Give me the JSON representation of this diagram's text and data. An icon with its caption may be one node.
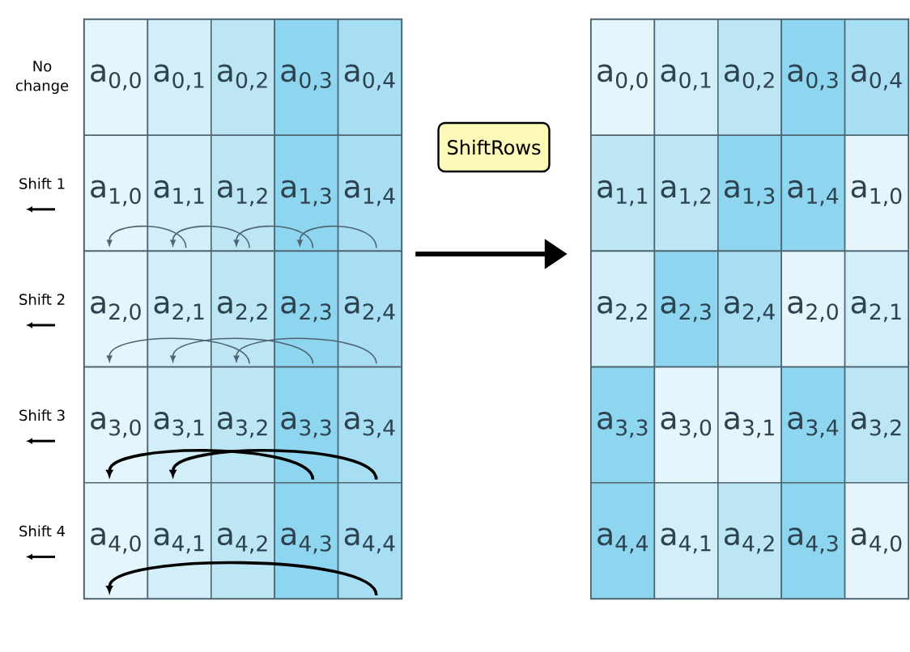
{
  "diagram": {
    "nodes": [
      {
        "text": [],
        "shape": "box"
      },
      {
        "text": [
          "a$_{0,0}$"
        ],
        "in": 0
      },
      {
        "text": [
          "a$_{0,1}$"
        ],
        "in": 0
      },
      {
        "text": [
          "a$_{0,2}$"
        ],
        "in": 0
      },
      {
        "text": [
          "a$_{0,3}$"
        ],
        "in": 0
      },
      {
        "text": [
          "a$_{0,4}$"
        ],
        "in": 0
      },
      {
        "text": [
          "a$_{1,0}$"
        ],
        "in": 0
      },
      {
        "text": [
          "a$_{1,1}$"
        ],
        "in": 0
      },
      {
        "text": [
          "a$_{1,2}$"
        ],
        "in": 0
      },
      {
        "text": [
          "a$_{1,3}$"
        ],
        "in": 0
      },
      {
        "text": [
          "a$_{1,4}$"
        ],
        "in": 0
      },
      {
        "text": [
          "a$_{2,0}$"
        ],
        "in": 0
      },
      {
        "text": [
          "a$_{2,1}$"
        ],
        "in": 0
      },
      {
        "text": [
          "a$_{2,2}$"
        ],
        "in": 0
      },
      {
        "text": [
          "a$_{2,3}$"
        ],
        "in": 0
      },
      {
        "text": [
          "a$_{2,4}$"
        ],
        "in": 0
      },
      {
        "text": [
          "a$_{3,0}$"
        ],
        "in": 0
      },
      {
        "text": [
          "a$_{3,1}$"
        ],
        "in": 0
      },
      {
        "text": [
          "a$_{3,2}$"
        ],
        "in": 0
      },
      {
        "text": [
          "a$_{3,3}$"
        ],
        "in": 0
      },
      {
        "text": [
          "a$_{3,4}$"
        ],
        "in": 0
      },
      {
        "text": [
          "a$_{4,0}$"
        ],
        "in": 0
      },
      {
        "text": [
          "a$_{4,1}$"
        ],
        "in": 0
      },
      {
        "text": [
          "a$_{4,2}$"
        ],
        "in": 0
      },
      {
        "text": [
          "a$_{4,3}$"
        ],
        "in": 0
      },
      {
        "text": [
          "a$_{4,4}$"
        ],
        "in": 0
      },
      {
        "text": [
          "ShiftRows"
        ]
      },
      {
        "text": [],
        "shape": "box"
      },
      {
        "text": [
          "a$_{0,0}$"
        ],
        "in": 27
      },
      {
        "text": [
          "a$_{0,1}$"
        ],
        "in": 27
      },
      {
        "text": [
          "a$_{0,2}$"
        ],
        "in": 27
      },
      {
        "text": [
          "a$_{0,3}$"
        ],
        "in": 27
      },
      {
        "text": [
          "a$_{0,4}$"
        ],
        "in": 27
      },
      {
        "text": [
          "a$_{1,1}$"
        ],
        "in": 27
      },
      {
        "text": [
          "a$_{1,2}$"
        ],
        "in": 27
      },
      {
        "text": [
          "a$_{1,3}$"
        ],
        "in": 27
      },
      {
        "text": [
          "a$_{1,4}$"
        ],
        "in": 27
      },
      {
        "text": [
          "a$_{1,0}$"
        ],
        "in": 27
      },
      {
        "text": [
          "a$_{2,2}$"
        ],
        "in": 27
      },
      {
        "text": [
          "a$_{2,3}$"
        ],
        "in": 27
      },
      {
        "text": [
          "a$_{2,4}$"
        ],
        "in": 27
      },
      {
        "text": [
          "a$_{2,0}$"
        ],
        "in": 27
      },
      {
        "text": [
          "a$_{2,1}$"
        ],
        "in": 27
      },
      {
        "text": [
          "a$_{3,3}$"
        ],
        "in": 27
      },
      {
        "text": [
          "a$_{3,0}$"
        ],
        "in": 27
      },
      {
        "text": [
          "a$_{3,1}$"
        ],
        "in": 27
      },
      {
        "text": [
          "a$_{3,4}$"
        ],
        "in": 27
      },
      {
        "text": [
          "a$_{3,2}$"
        ],
        "in": 27
      },
      {
        "text": [
          "a$_{4,4}$"
        ],
        "in": 27
      },
      {
        "text": [
          "a$_{4,1}$"
        ],
        "in": 27
      },
      {
        "text": [
          "a$_{4,2}$"
        ],
        "in": 27
      },
      {
        "text": [
          "a$_{4,3}$"
        ],
        "in": 27
      },
      {
        "text": [
          "a$_{4,0}$"
        ],
        "in": 27
      }
    ],
    "edges": [
      {
        "from": 0,
        "to": 27,
        "arrow": "to"
      }
    ],
    "labels": [
      "No change",
      "Shift 1",
      "Shift 2",
      "Shift 3",
      "Shift 4"
    ]
  }
}
